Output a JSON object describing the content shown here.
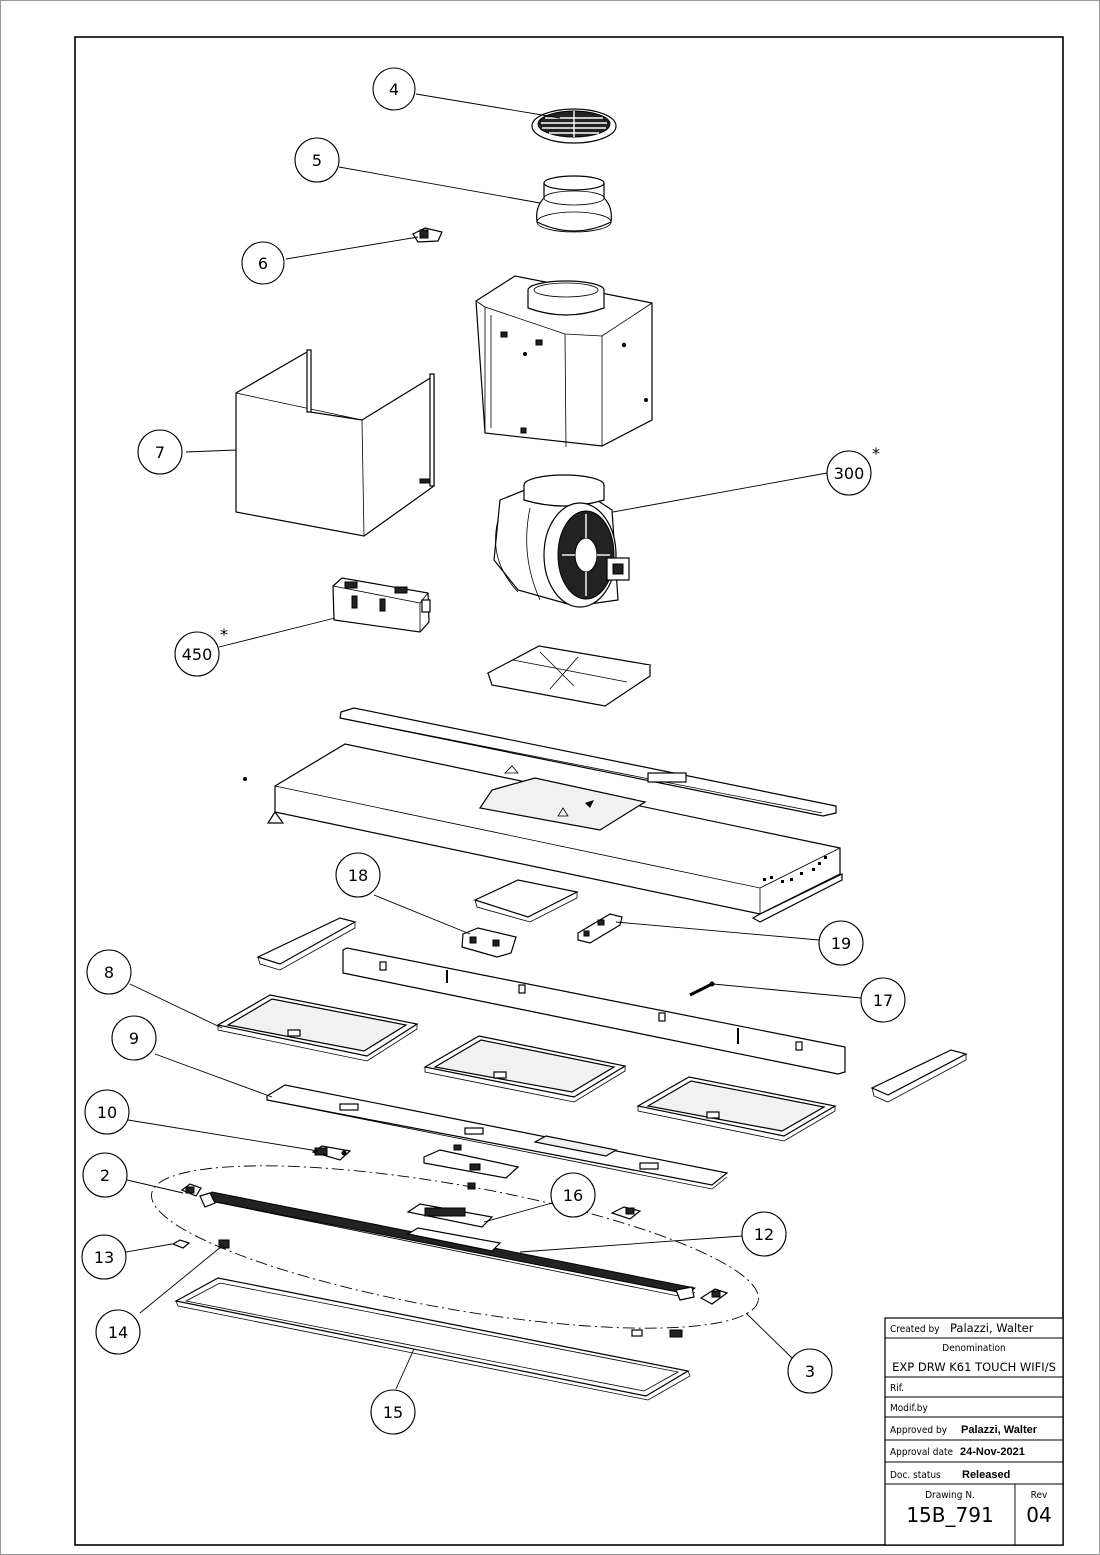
{
  "callouts": [
    {
      "id": "4",
      "label": "4"
    },
    {
      "id": "5",
      "label": "5"
    },
    {
      "id": "6",
      "label": "6"
    },
    {
      "id": "7",
      "label": "7"
    },
    {
      "id": "300",
      "label": "300",
      "asterisk": "*"
    },
    {
      "id": "450",
      "label": "450",
      "asterisk": "*"
    },
    {
      "id": "18",
      "label": "18"
    },
    {
      "id": "19",
      "label": "19"
    },
    {
      "id": "8",
      "label": "8"
    },
    {
      "id": "17",
      "label": "17"
    },
    {
      "id": "9",
      "label": "9"
    },
    {
      "id": "10",
      "label": "10"
    },
    {
      "id": "2",
      "label": "2"
    },
    {
      "id": "16",
      "label": "16"
    },
    {
      "id": "12",
      "label": "12"
    },
    {
      "id": "13",
      "label": "13"
    },
    {
      "id": "14",
      "label": "14"
    },
    {
      "id": "3",
      "label": "3"
    },
    {
      "id": "15",
      "label": "15"
    }
  ],
  "title_block": {
    "created_by_label": "Created by",
    "created_by_value": "Palazzi, Walter",
    "denomination_label": "Denomination",
    "denomination_value": "EXP DRW K61 TOUCH WIFI/S",
    "rif_label": "Rif.",
    "modif_label": "Modif.by",
    "approved_by_label": "Approved by",
    "approved_by_value": "Palazzi, Walter",
    "approval_date_label": "Approval date",
    "approval_date_value": "24-Nov-2021",
    "doc_status_label": "Doc. status",
    "doc_status_value": "Released",
    "drawing_label": "Drawing N.",
    "drawing_value": "15B_791",
    "rev_label": "Rev",
    "rev_value": "04"
  }
}
